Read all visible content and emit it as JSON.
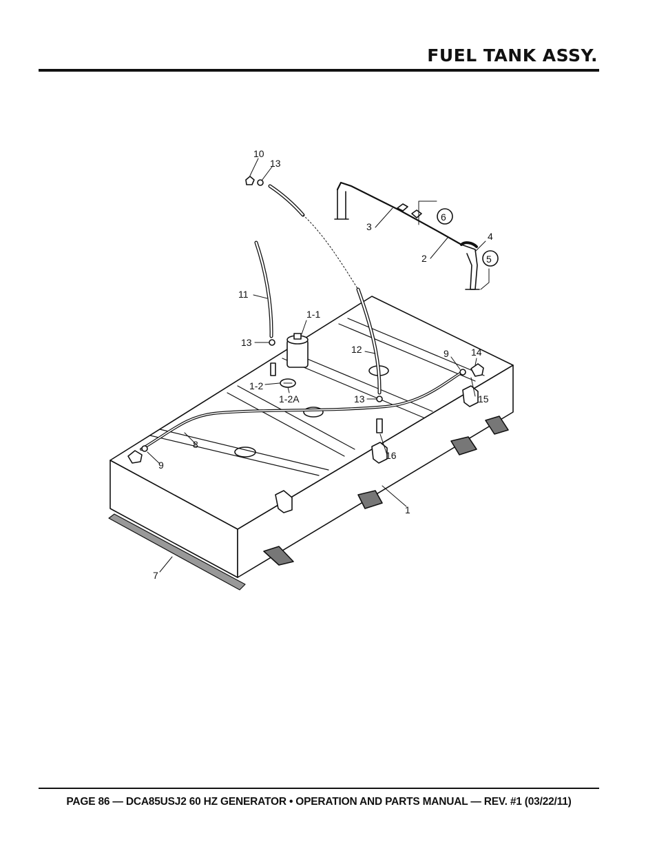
{
  "header": {
    "title": "FUEL TANK ASSY."
  },
  "diagram": {
    "callouts": {
      "c10": "10",
      "c13a": "13",
      "c6": "6",
      "c3": "3",
      "c4": "4",
      "c2": "2",
      "c5": "5",
      "c11": "11",
      "c1_1": "1-1",
      "c13b": "13",
      "c12": "12",
      "c9a": "9",
      "c14": "14",
      "c1_2": "1-2",
      "c1_2a": "1-2A",
      "c13c": "13",
      "c15": "15",
      "c8": "8",
      "c9b": "9",
      "c16": "16",
      "c1": "1",
      "c7": "7"
    }
  },
  "footer": {
    "text": "PAGE 86 — DCA85USJ2 60 HZ GENERATOR • OPERATION AND PARTS MANUAL — REV. #1 (03/22/11)"
  }
}
